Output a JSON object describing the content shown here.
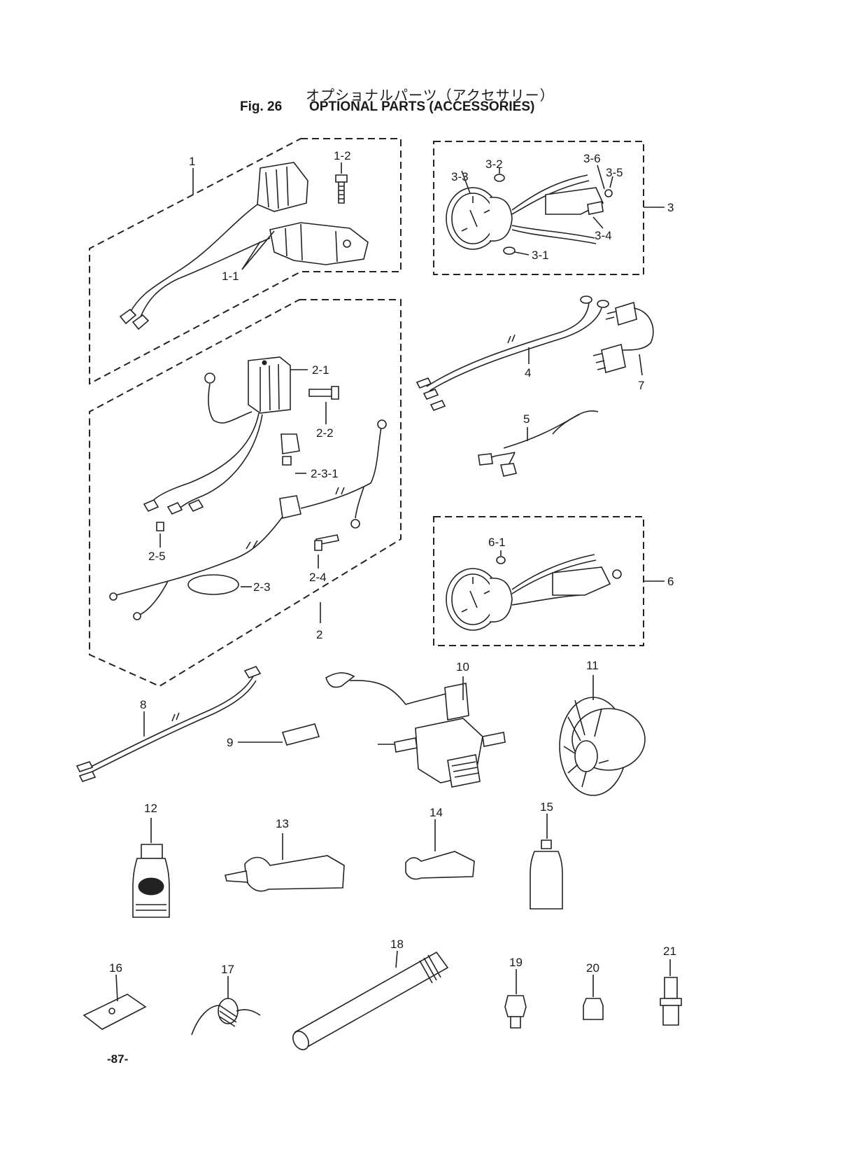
{
  "header": {
    "title_jp": "オプショナルパーツ（アクセサリー）",
    "fig_no": "Fig. 26",
    "title_en": "OPTIONAL PARTS (ACCESSORIES)"
  },
  "callouts": {
    "c1": "1",
    "c1_1": "1-1",
    "c1_2": "1-2",
    "c2": "2",
    "c2_1": "2-1",
    "c2_2": "2-2",
    "c2_3": "2-3",
    "c2_3_1": "2-3-1",
    "c2_4": "2-4",
    "c2_5": "2-5",
    "c3": "3",
    "c3_1": "3-1",
    "c3_2": "3-2",
    "c3_3": "3-3",
    "c3_4": "3-4",
    "c3_5": "3-5",
    "c3_6": "3-6",
    "c4": "4",
    "c5": "5",
    "c6": "6",
    "c6_1": "6-1",
    "c7": "7",
    "c8": "8",
    "c9": "9",
    "c10": "10",
    "c11": "11",
    "c12": "12",
    "c13": "13",
    "c14": "14",
    "c15": "15",
    "c16": "16",
    "c17": "17",
    "c18": "18",
    "c19": "19",
    "c20": "20",
    "c21": "21"
  },
  "footer": {
    "page_number": "-87-"
  }
}
